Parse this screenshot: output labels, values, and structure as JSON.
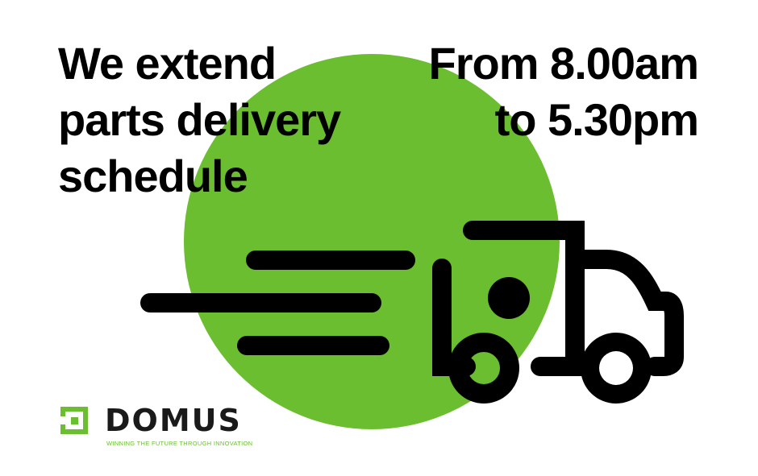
{
  "colors": {
    "brand_green": "#6abe30",
    "ink": "#000000",
    "background": "#ffffff"
  },
  "headline": {
    "line1": "We extend",
    "line2": "parts delivery",
    "line3": "schedule"
  },
  "hours": {
    "line1": "From 8.00am",
    "line2": "to 5.30pm"
  },
  "illustration": {
    "icon": "delivery-truck-icon"
  },
  "logo": {
    "wordmark": "DOMUS",
    "tagline": "WINNING THE FUTURE THROUGH INNOVATION",
    "icon": "domus-logo-mark-icon"
  }
}
